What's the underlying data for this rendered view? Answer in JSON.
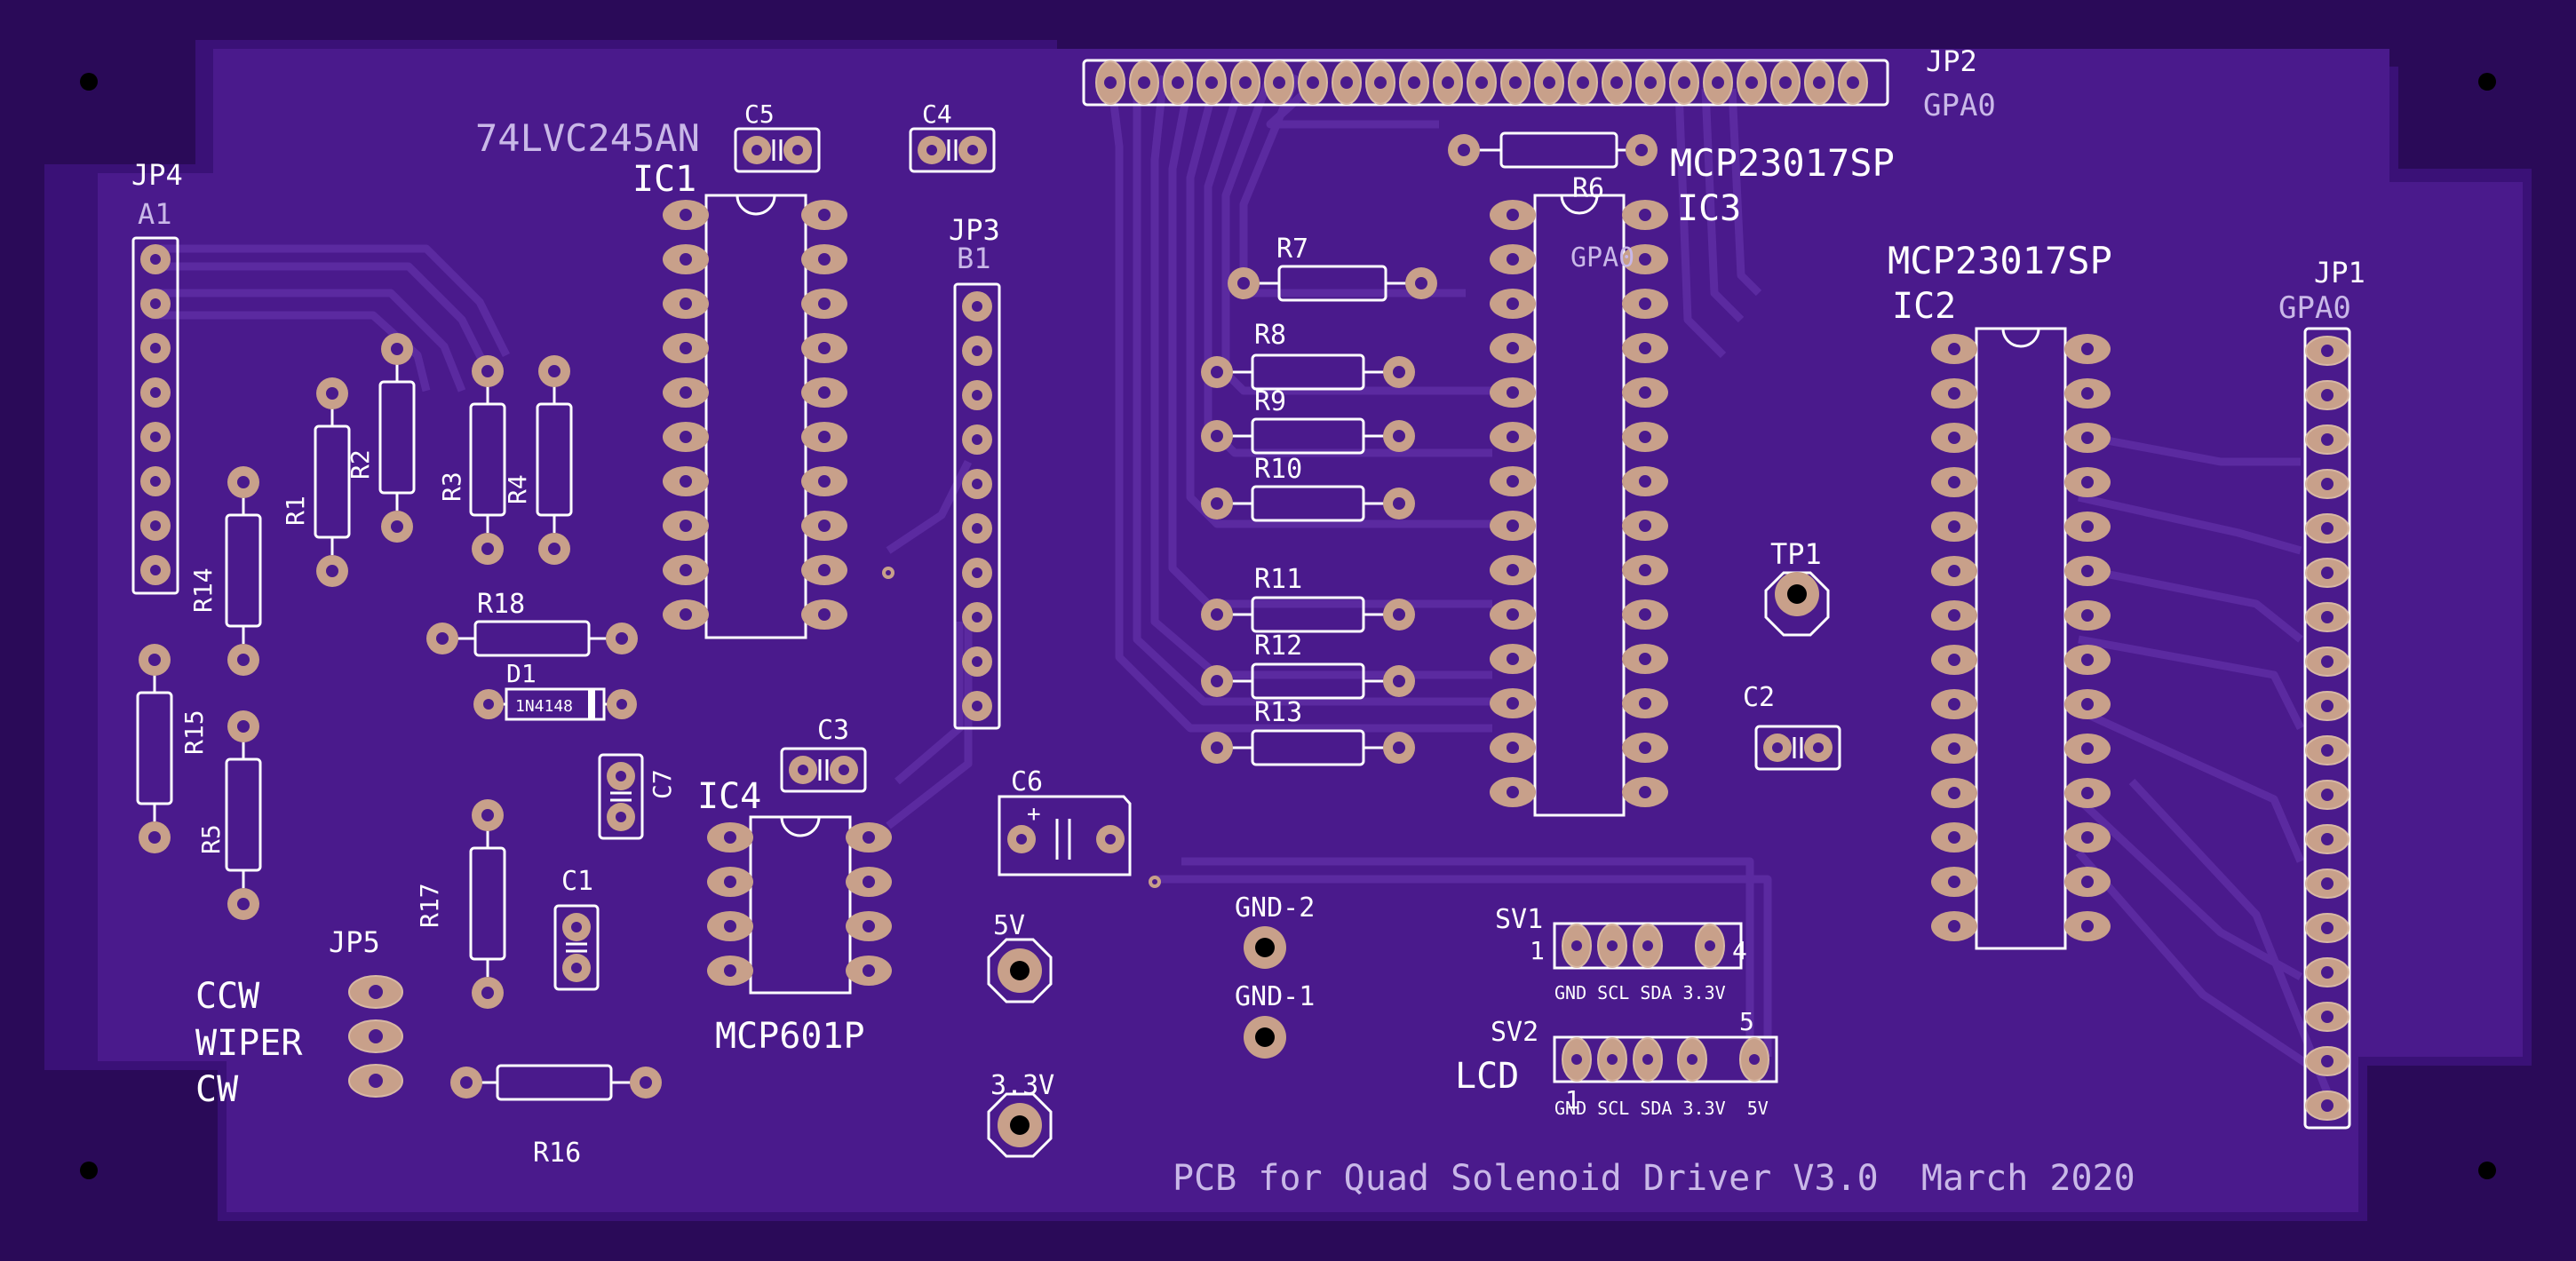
{
  "colors": {
    "board_edge": "#2a0a58",
    "board": "#3a1177",
    "copper": "#4a1a8c",
    "trace": "#5b2aa0",
    "pad": "#c8a08a",
    "pad_hole": "#4a1a8c",
    "silk": "#ffffff",
    "silk_dim": "#c9b8e8",
    "hole": "#000000"
  },
  "labels": {
    "ic1_part": "74LVC245AN",
    "ic1_ref": "IC1",
    "ic2_part": "MCP23017SP",
    "ic2_ref": "IC2",
    "ic3_part": "MCP23017SP",
    "ic3_ref": "IC3",
    "ic4_ref": "IC4",
    "ic4_part": "MCP601P",
    "jp1_ref": "JP1",
    "jp1_val": "GPA0",
    "jp2_ref": "JP2",
    "jp2_val": "GPA0",
    "jp3_ref": "JP3",
    "jp3_val": "B1",
    "jp4_ref": "JP4",
    "jp4_val": "A1",
    "jp5_ref": "JP5",
    "ccw": "CCW",
    "wiper": "WIPER",
    "cw": "CW",
    "r1": "R1",
    "r2": "R2",
    "r3": "R3",
    "r4": "R4",
    "r5": "R5",
    "r6": "R6",
    "r6_val": "GPA0",
    "r7": "R7",
    "r8": "R8",
    "r9": "R9",
    "r10": "R10",
    "r11": "R11",
    "r12": "R12",
    "r13": "R13",
    "r14": "R14",
    "r15": "R15",
    "r16": "R16",
    "r17": "R17",
    "r18": "R18",
    "d1": "D1",
    "d1_val": "1N4148",
    "c1": "C1",
    "c2": "C2",
    "c3": "C3",
    "c4": "C4",
    "c5": "C5",
    "c6": "C6",
    "c6_plus": "+",
    "c7": "C7",
    "tp1": "TP1",
    "v5": "5V",
    "v33": "3.3V",
    "gnd2": "GND-2",
    "gnd1": "GND-1",
    "sv1": "SV1",
    "sv1_first": "1",
    "sv1_last": "4",
    "sv1_pins": "GND SCL SDA 3.3V",
    "sv2": "SV2",
    "sv2_name": "LCD",
    "sv2_first": "1",
    "sv2_last": "5",
    "sv2_pins": "GND SCL SDA 3.3V  5V",
    "footer": "PCB for Quad Solenoid Driver V3.0  March 2020"
  }
}
